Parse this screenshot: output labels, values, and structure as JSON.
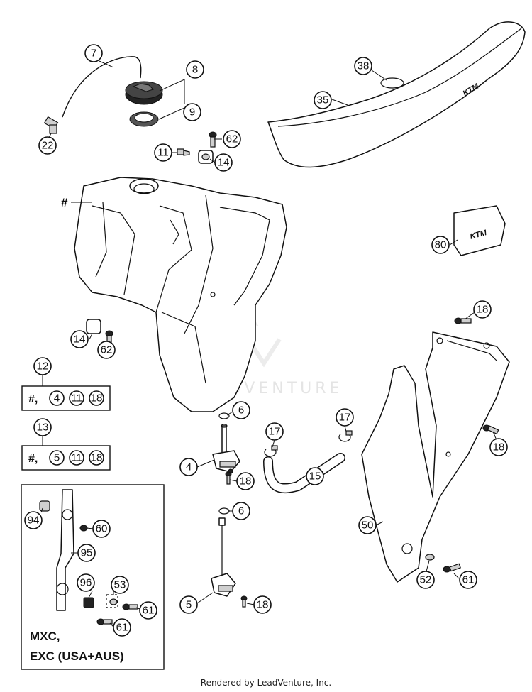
{
  "diagram": {
    "callouts": {
      "c7": "7",
      "c8": "8",
      "c9": "9",
      "c22": "22",
      "c38": "38",
      "c35": "35",
      "c62a": "62",
      "c11": "11",
      "c14a": "14",
      "c80": "80",
      "c18a": "18",
      "c14b": "14",
      "c62b": "62",
      "c12": "12",
      "c13": "13",
      "c6a": "6",
      "c17a": "17",
      "c17b": "17",
      "c4": "4",
      "c15": "15",
      "c18b": "18",
      "c18c": "18",
      "c6b": "6",
      "c50": "50",
      "c94": "94",
      "c60": "60",
      "c95": "95",
      "c96": "96",
      "c53": "53",
      "c61a": "61",
      "c61b": "61",
      "c5": "5",
      "c18d": "18",
      "c52": "52",
      "c61c": "61"
    },
    "hash_label": "#",
    "kits": {
      "kit12": {
        "prefix": "#,",
        "items": [
          "4",
          "11",
          "18"
        ]
      },
      "kit13": {
        "prefix": "#,",
        "items": [
          "5",
          "11",
          "18"
        ]
      }
    },
    "variant_box": {
      "line1": "MXC,",
      "line2": "EXC (USA+AUS)"
    },
    "brand_seat": "KTM",
    "brand_sticker": "KTM",
    "watermark": "LEADVENTURE",
    "footer": "Rendered by LeadVenture, Inc."
  }
}
